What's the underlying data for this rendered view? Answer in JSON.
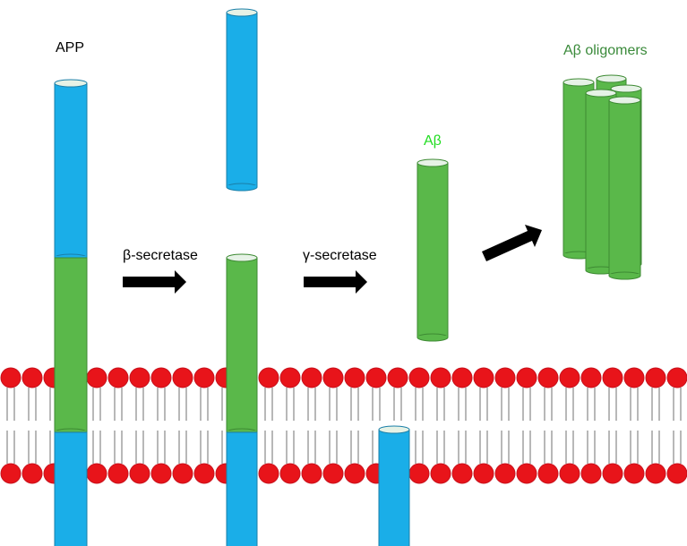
{
  "labels": {
    "app": "APP",
    "beta_secretase": "β-secretase",
    "gamma_secretase": "γ-secretase",
    "abeta": "Aβ",
    "abeta_oligomers": "Aβ oligomers"
  },
  "colors": {
    "background": "#ffffff",
    "app_domain": "#1aaee8",
    "app_domain_dark": "#1a7fa8",
    "abeta_domain": "#5ab84a",
    "abeta_domain_dark": "#3d8a33",
    "lipid_head": "#e8141a",
    "lipid_head_dark": "#c8101a",
    "lipid_tail": "#707070",
    "arrow": "#000000",
    "text": "#000000",
    "abeta_label": "#22dd22",
    "oligomer_label": "#3a8a3a"
  }
}
